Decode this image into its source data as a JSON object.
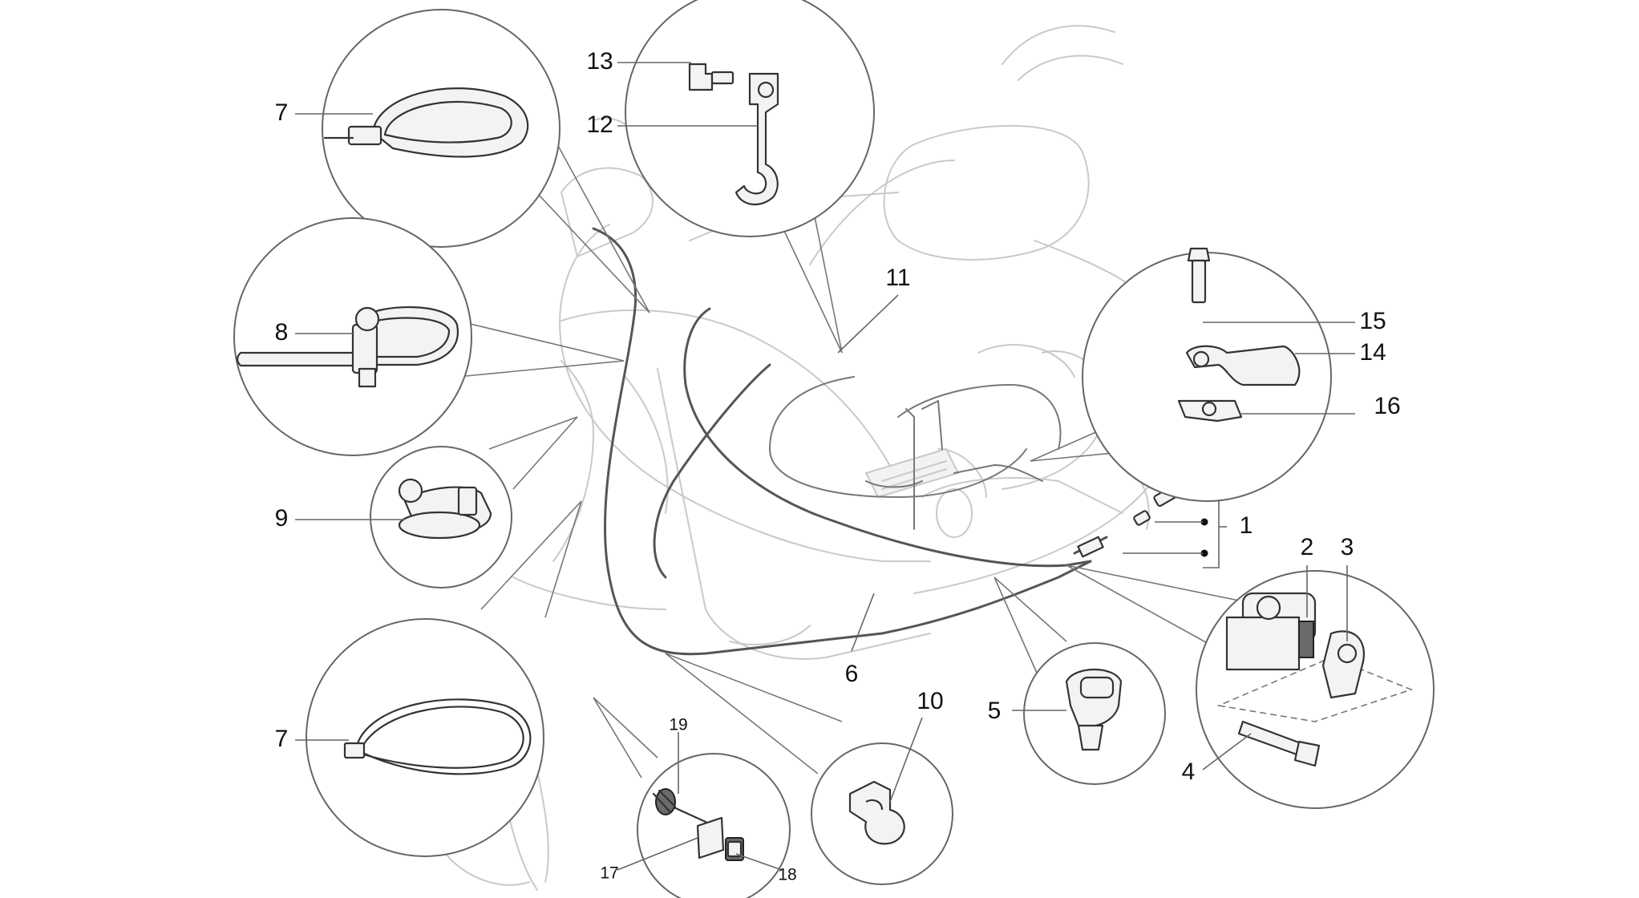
{
  "callouts": {
    "c1": "1",
    "c2": "2",
    "c3": "3",
    "c4": "4",
    "c5": "5",
    "c6": "6",
    "c7a": "7",
    "c7b": "7",
    "c8": "8",
    "c9": "9",
    "c10": "10",
    "c11": "11",
    "c12": "12",
    "c13": "13",
    "c14": "14",
    "c15": "15",
    "c16": "16",
    "c17": "17",
    "c18": "18",
    "c19": "19"
  },
  "colors": {
    "line": "#333333",
    "ghost": "#c9c9c9",
    "background": "#ffffff"
  }
}
